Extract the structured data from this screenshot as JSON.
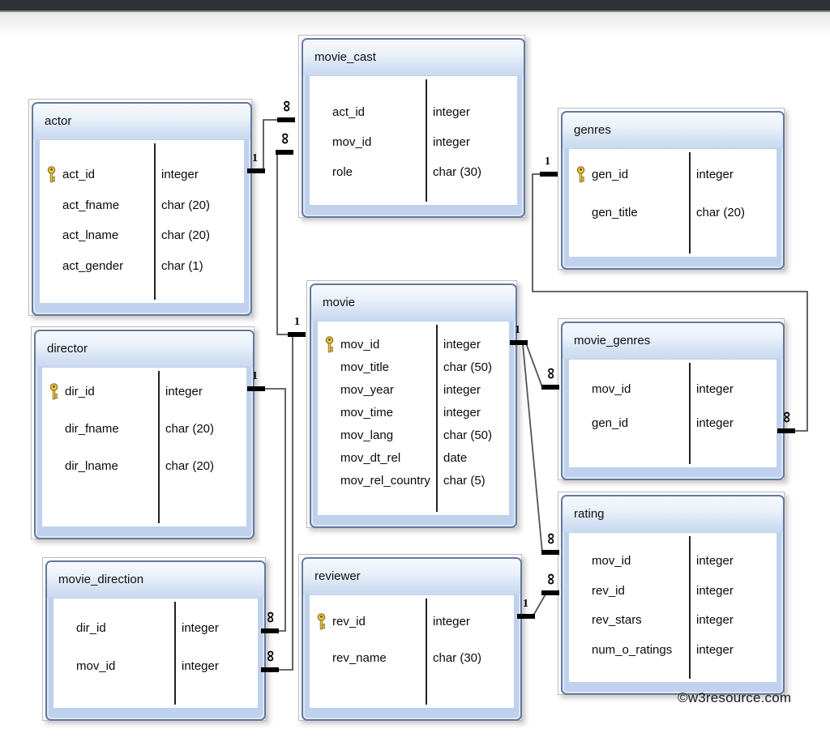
{
  "page": {
    "topbar_color": "#2f3337",
    "copyright": "©w3resource.com"
  },
  "diagram": {
    "tables": [
      {
        "id": "actor",
        "title": "actor",
        "fields": [
          {
            "name": "act_id",
            "type": "integer",
            "pk": true
          },
          {
            "name": "act_fname",
            "type": "char (20)",
            "pk": false
          },
          {
            "name": "act_lname",
            "type": "char (20)",
            "pk": false
          },
          {
            "name": "act_gender",
            "type": "char (1)",
            "pk": false
          }
        ]
      },
      {
        "id": "movie_cast",
        "title": "movie_cast",
        "fields": [
          {
            "name": "act_id",
            "type": "integer",
            "pk": false
          },
          {
            "name": "mov_id",
            "type": "integer",
            "pk": false
          },
          {
            "name": "role",
            "type": "char (30)",
            "pk": false
          }
        ]
      },
      {
        "id": "genres",
        "title": "genres",
        "fields": [
          {
            "name": "gen_id",
            "type": "integer",
            "pk": true
          },
          {
            "name": "gen_title",
            "type": "char (20)",
            "pk": false
          }
        ]
      },
      {
        "id": "movie",
        "title": "movie",
        "fields": [
          {
            "name": "mov_id",
            "type": "integer",
            "pk": true
          },
          {
            "name": "mov_title",
            "type": "char (50)",
            "pk": false
          },
          {
            "name": "mov_year",
            "type": "integer",
            "pk": false
          },
          {
            "name": "mov_time",
            "type": "integer",
            "pk": false
          },
          {
            "name": "mov_lang",
            "type": "char (50)",
            "pk": false
          },
          {
            "name": "mov_dt_rel",
            "type": "date",
            "pk": false
          },
          {
            "name": "mov_rel_country",
            "type": "char (5)",
            "pk": false
          }
        ]
      },
      {
        "id": "director",
        "title": "director",
        "fields": [
          {
            "name": "dir_id",
            "type": "integer",
            "pk": true
          },
          {
            "name": "dir_fname",
            "type": "char (20)",
            "pk": false
          },
          {
            "name": "dir_lname",
            "type": "char (20)",
            "pk": false
          }
        ]
      },
      {
        "id": "movie_genres",
        "title": "movie_genres",
        "fields": [
          {
            "name": "mov_id",
            "type": "integer",
            "pk": false
          },
          {
            "name": "gen_id",
            "type": "integer",
            "pk": false
          }
        ]
      },
      {
        "id": "movie_direction",
        "title": "movie_direction",
        "fields": [
          {
            "name": "dir_id",
            "type": "integer",
            "pk": false
          },
          {
            "name": "mov_id",
            "type": "integer",
            "pk": false
          }
        ]
      },
      {
        "id": "reviewer",
        "title": "reviewer",
        "fields": [
          {
            "name": "rev_id",
            "type": "integer",
            "pk": true
          },
          {
            "name": "rev_name",
            "type": "char (30)",
            "pk": false
          }
        ]
      },
      {
        "id": "rating",
        "title": "rating",
        "fields": [
          {
            "name": "mov_id",
            "type": "integer",
            "pk": false
          },
          {
            "name": "rev_id",
            "type": "integer",
            "pk": false
          },
          {
            "name": "rev_stars",
            "type": "integer",
            "pk": false
          },
          {
            "name": "num_o_ratings",
            "type": "integer",
            "pk": false
          }
        ]
      }
    ],
    "anchors": [
      {
        "id": "actor-one",
        "label": "1"
      },
      {
        "id": "movie_cast-many-a",
        "label": "∞"
      },
      {
        "id": "movie_cast-many-b",
        "label": "∞"
      },
      {
        "id": "movie-one-left",
        "label": "1"
      },
      {
        "id": "movie-one-right",
        "label": "1"
      },
      {
        "id": "director-one",
        "label": "1"
      },
      {
        "id": "movie_direction-many-a",
        "label": "∞"
      },
      {
        "id": "movie_direction-many-b",
        "label": "∞"
      },
      {
        "id": "genres-one",
        "label": "1"
      },
      {
        "id": "movie_genres-many-left",
        "label": "∞"
      },
      {
        "id": "movie_genres-many-right",
        "label": "∞"
      },
      {
        "id": "rating-many-a",
        "label": "∞"
      },
      {
        "id": "rating-many-b",
        "label": "∞"
      },
      {
        "id": "reviewer-one",
        "label": "1"
      }
    ],
    "relationships": [
      {
        "id": "actor-movie_cast",
        "from": "actor",
        "to": "movie_cast",
        "from_card": "1",
        "to_card": "∞"
      },
      {
        "id": "movie-movie_cast",
        "from": "movie",
        "to": "movie_cast",
        "from_card": "1",
        "to_card": "∞"
      },
      {
        "id": "director-movie_direction",
        "from": "director",
        "to": "movie_direction",
        "from_card": "1",
        "to_card": "∞"
      },
      {
        "id": "movie-movie_direction",
        "from": "movie",
        "to": "movie_direction",
        "from_card": "1",
        "to_card": "∞"
      },
      {
        "id": "movie-movie_genres",
        "from": "movie",
        "to": "movie_genres",
        "from_card": "1",
        "to_card": "∞"
      },
      {
        "id": "genres-movie_genres",
        "from": "genres",
        "to": "movie_genres",
        "from_card": "1",
        "to_card": "∞"
      },
      {
        "id": "movie-rating",
        "from": "movie",
        "to": "rating",
        "from_card": "1",
        "to_card": "∞"
      },
      {
        "id": "reviewer-rating",
        "from": "reviewer",
        "to": "rating",
        "from_card": "1",
        "to_card": "∞"
      }
    ]
  }
}
